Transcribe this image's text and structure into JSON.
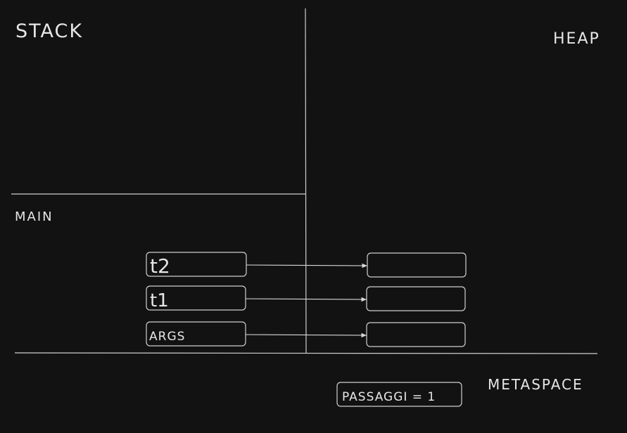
{
  "regions": {
    "stack": "STACK",
    "heap": "HEAP",
    "main": "MAIN",
    "metaspace": "METASPACE"
  },
  "stack_vars": [
    "t2",
    "t1",
    "ARGS"
  ],
  "metaspace_entry": "PASSAGGI = 1",
  "colors": {
    "background": "#121212",
    "stroke": "#cfcfcf",
    "text": "#e6e6e6"
  }
}
